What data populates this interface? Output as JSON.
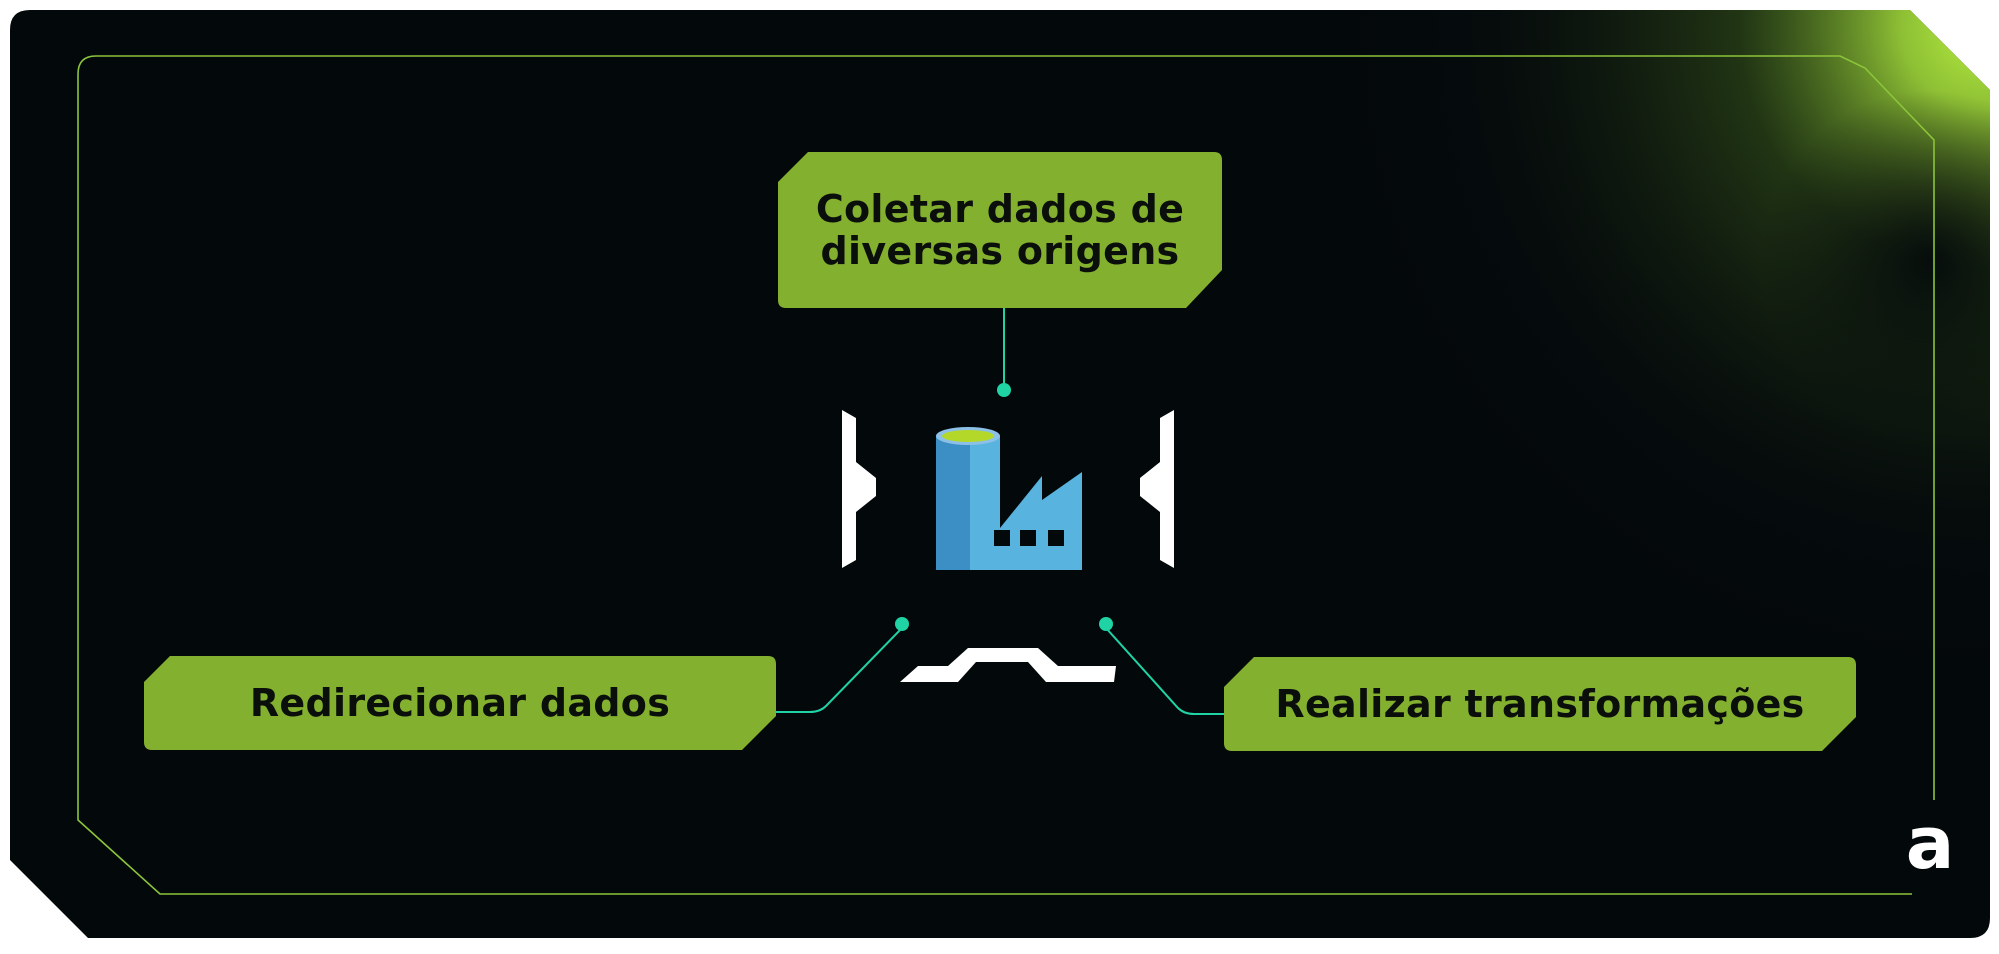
{
  "nodes": {
    "top": {
      "line1": "Coletar dados de",
      "line2": "diversas origens"
    },
    "left": {
      "label": "Redirecionar dados"
    },
    "right": {
      "label": "Realizar transformações"
    }
  },
  "center_icon": "data-factory-icon",
  "brand_logo": {
    "letter": "a"
  },
  "colors": {
    "background": "#03080b",
    "accent": "#84b030",
    "glow": "#a6e03c",
    "frame_line": "#8cc43a",
    "connector": "#1fd3a4",
    "icon_blue_dark": "#3c8fc4",
    "icon_blue_light": "#58b4df",
    "icon_top": "#b4d82a"
  }
}
